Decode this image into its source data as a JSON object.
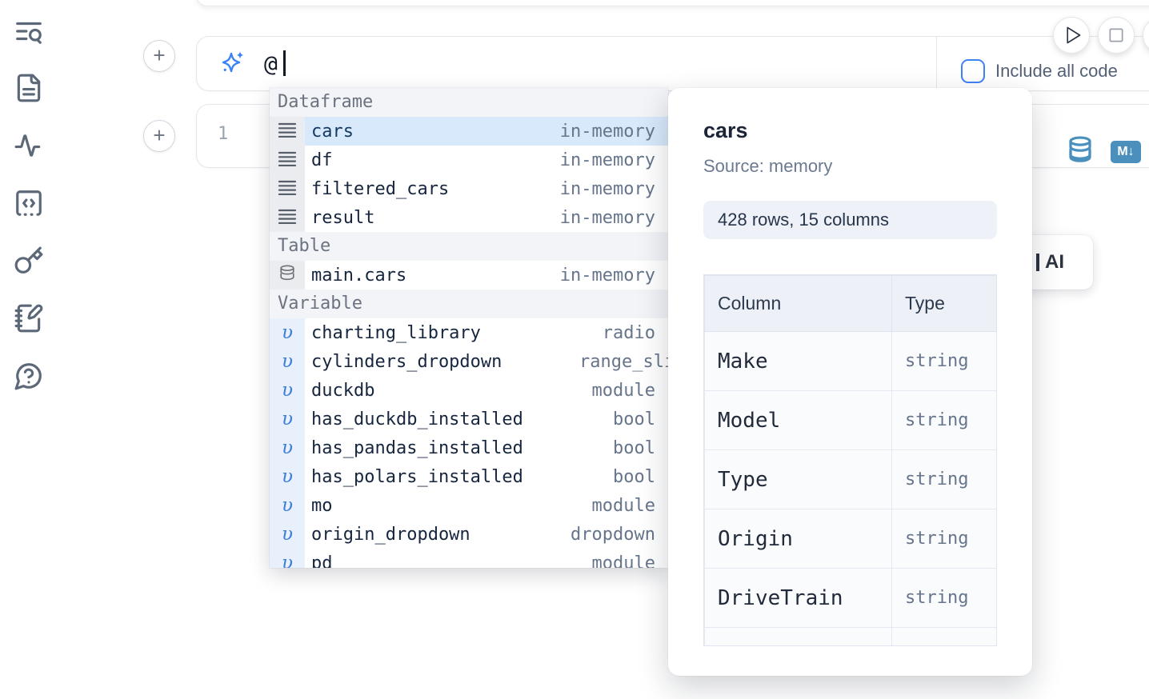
{
  "colors": {
    "accent_blue": "#3b82f6",
    "action_icon_blue": "#4b90bd",
    "selected_row_bg": "#d8e9fb",
    "muted_text": "#66758b"
  },
  "sidebar": {
    "icons": [
      {
        "name": "list-search-icon"
      },
      {
        "name": "document-icon"
      },
      {
        "name": "activity-icon"
      },
      {
        "name": "code-snippet-icon"
      },
      {
        "name": "key-icon"
      },
      {
        "name": "scratchpad-icon"
      },
      {
        "name": "help-chat-icon"
      }
    ]
  },
  "toolbar": {
    "buttons": [
      {
        "icon": "play-icon"
      },
      {
        "icon": "stop-icon"
      },
      {
        "icon": "clipped-circle-button"
      }
    ]
  },
  "prompt": {
    "value": "@",
    "sparkle_icon": "ai-sparkle-icon",
    "include_all_code": {
      "label": "Include all code",
      "checked": false
    }
  },
  "code_cell": {
    "line_number": "1",
    "actions": [
      {
        "icon": "database-icon"
      },
      {
        "icon": "markdown-icon",
        "badge": "M↓"
      }
    ]
  },
  "autocomplete": {
    "sections": [
      {
        "label": "Dataframe",
        "icon": "rows-icon",
        "items": [
          {
            "name": "cars",
            "type": "in-memory",
            "selected": true
          },
          {
            "name": "df",
            "type": "in-memory"
          },
          {
            "name": "filtered_cars",
            "type": "in-memory"
          },
          {
            "name": "result",
            "type": "in-memory"
          }
        ]
      },
      {
        "label": "Table",
        "icon": "database-icon",
        "items": [
          {
            "name": "main.cars",
            "type": "in-memory"
          }
        ]
      },
      {
        "label": "Variable",
        "icon": "variable-icon",
        "items": [
          {
            "name": "charting_library",
            "type": "radio"
          },
          {
            "name": "cylinders_dropdown",
            "type": "range_slider",
            "overflow": true
          },
          {
            "name": "duckdb",
            "type": "module"
          },
          {
            "name": "has_duckdb_installed",
            "type": "bool"
          },
          {
            "name": "has_pandas_installed",
            "type": "bool"
          },
          {
            "name": "has_polars_installed",
            "type": "bool"
          },
          {
            "name": "mo",
            "type": "module"
          },
          {
            "name": "origin_dropdown",
            "type": "dropdown"
          },
          {
            "name": "pd",
            "type": "module"
          }
        ]
      }
    ]
  },
  "preview_panel": {
    "title": "cars",
    "source": "Source: memory",
    "shape_badge": "428 rows, 15 columns",
    "schema_table": {
      "headers": [
        "Column",
        "Type"
      ],
      "rows": [
        [
          "Make",
          "string"
        ],
        [
          "Model",
          "string"
        ],
        [
          "Type",
          "string"
        ],
        [
          "Origin",
          "string"
        ],
        [
          "DriveTrain",
          "string"
        ]
      ],
      "clipped_extra_row": true
    }
  },
  "partial_ai_card": {
    "visible_text": "AI"
  }
}
